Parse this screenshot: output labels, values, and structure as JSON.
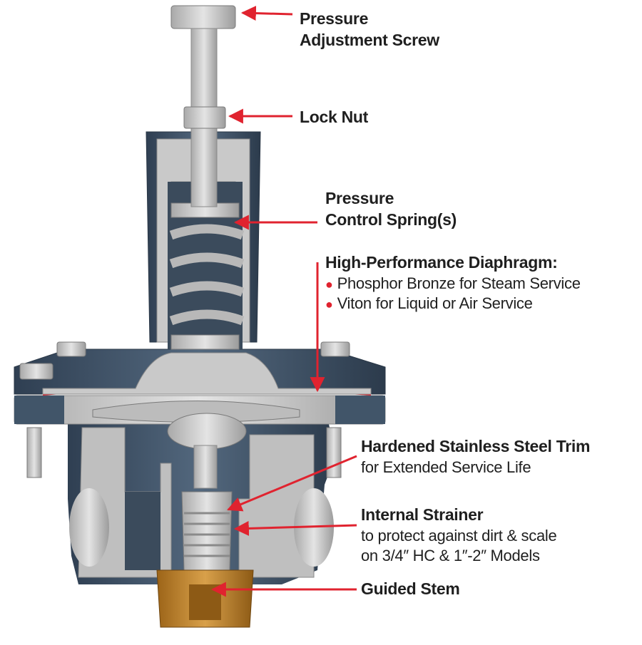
{
  "colors": {
    "accent": "#e0232f",
    "steel": "#c9c9c9",
    "cast_body": "#4a5e74",
    "brass": "#c98a2b",
    "text": "#1f1f1f"
  },
  "callouts": {
    "adjustment_screw": {
      "line1": "Pressure",
      "line2": "Adjustment Screw"
    },
    "lock_nut": {
      "line1": "Lock Nut"
    },
    "control_spring": {
      "line1": "Pressure",
      "line2": "Control Spring(s)"
    },
    "diaphragm": {
      "title": "High-Performance Diaphragm:",
      "bullets": [
        "Phosphor Bronze for Steam Service",
        "Viton for Liquid or Air Service"
      ]
    },
    "trim": {
      "title": "Hardened Stainless Steel Trim",
      "body": "for Extended Service Life"
    },
    "strainer": {
      "title": "Internal Strainer",
      "body1": "to protect against dirt & scale",
      "body2": "on 3/4″ HC & 1″-2″ Models"
    },
    "guided_stem": {
      "title": "Guided Stem"
    }
  }
}
